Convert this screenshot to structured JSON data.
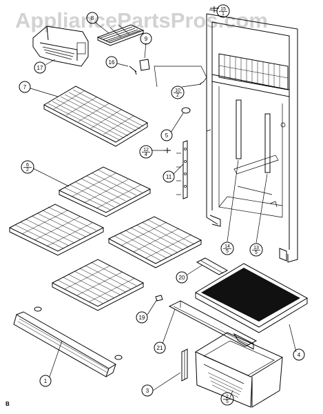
{
  "watermark": "AppliancePartsPros.com",
  "corner_label": "B",
  "callouts": [
    {
      "key": "c1",
      "label": "1"
    },
    {
      "key": "c3",
      "label": "3"
    },
    {
      "key": "c4",
      "label": "4"
    },
    {
      "key": "c5",
      "label": "5"
    },
    {
      "key": "c7",
      "label": "7"
    },
    {
      "key": "c9",
      "label": "9"
    },
    {
      "key": "c11",
      "label": "11"
    },
    {
      "key": "c16",
      "label": "16"
    },
    {
      "key": "c17",
      "label": "17"
    },
    {
      "key": "c19",
      "label": "19"
    },
    {
      "key": "c20",
      "label": "20"
    },
    {
      "key": "c21",
      "label": "21"
    },
    {
      "key": "c8top",
      "label": "8"
    }
  ],
  "fraction_callouts": [
    {
      "key": "f15",
      "num": "15",
      "den": "1"
    },
    {
      "key": "f10",
      "num": "10",
      "den": "2"
    },
    {
      "key": "f12",
      "num": "12",
      "den": "4"
    },
    {
      "key": "f6",
      "num": "6",
      "den": "2"
    },
    {
      "key": "f14",
      "num": "14",
      "den": "5"
    },
    {
      "key": "f13",
      "num": "13",
      "den": "5"
    },
    {
      "key": "f2",
      "num": "2",
      "den": "5"
    }
  ]
}
